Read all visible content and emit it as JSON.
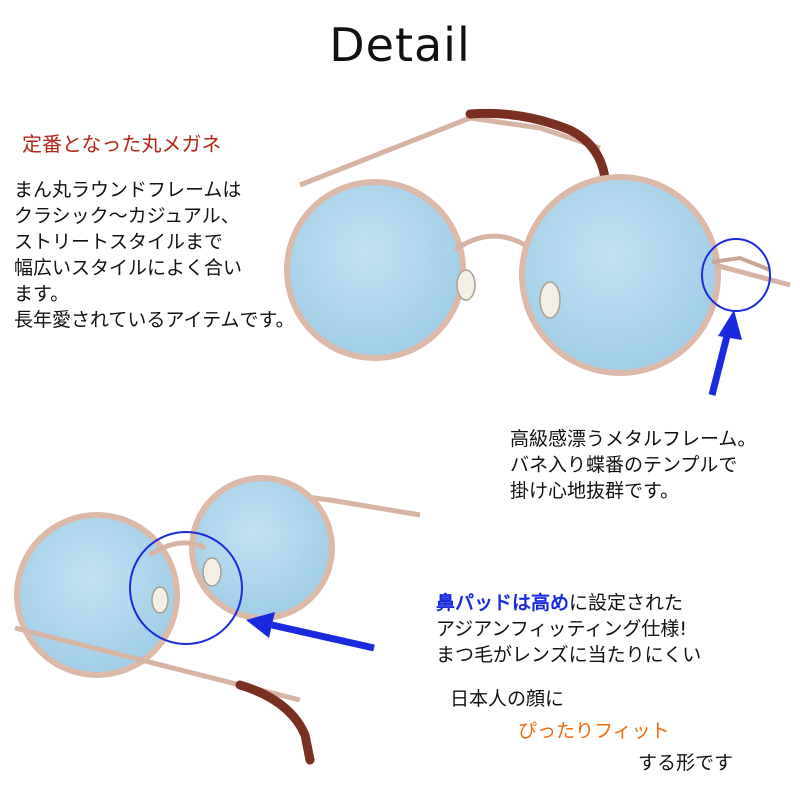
{
  "title": "Detail",
  "tagline": "定番となった丸メガネ",
  "intro_lines": [
    "まん丸ラウンドフレームは",
    "クラシック～カジュアル、",
    "ストリートスタイルまで",
    "幅広いスタイルによく合い",
    "ます。",
    "長年愛されているアイテムです。"
  ],
  "frame_lines": [
    "高級感漂うメタルフレーム。",
    "バネ入り蝶番のテンプルで",
    "掛け心地抜群です。"
  ],
  "nose": {
    "highlight": "鼻パッドは高め",
    "line1_rest": "に設定された",
    "line2": "アジアンフィッティング仕様!",
    "line3": "まつ毛がレンズに当たりにくい"
  },
  "fit": {
    "line1": "日本人の顔に",
    "highlight": "ぴったりフィット",
    "line3": "する形です"
  },
  "colors": {
    "lens": "#a9d4ec",
    "frame": "#d9b7a6",
    "tip": "#7a3020",
    "callout": "#1a2bdf",
    "tagline": "#b3271b",
    "highlight_orange": "#ef6b0c"
  }
}
